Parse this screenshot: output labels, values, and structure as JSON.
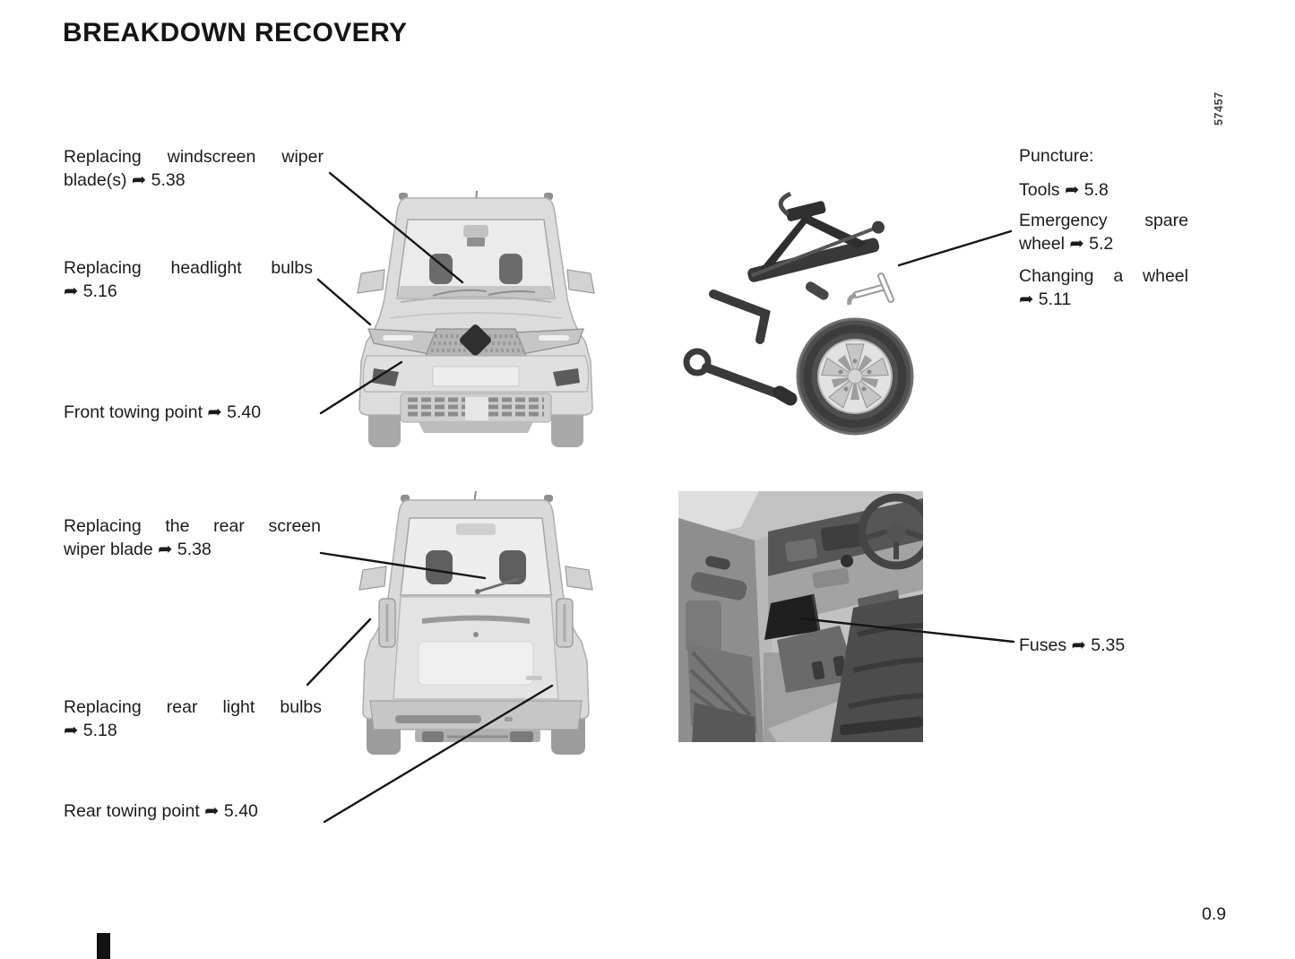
{
  "page": {
    "title": "BREAKDOWN RECOVERY",
    "page_number": "0.9",
    "image_reference": "57457"
  },
  "icons": {
    "reference_arrow": "➦"
  },
  "colors": {
    "text": "#1b1b1b",
    "leader_line": "#151515",
    "section_tab_marker": "#121212",
    "vehicle_light_gray": "#d9d9d9",
    "tool_dark_gray": "#3a3a3a"
  },
  "callouts": {
    "left": {
      "windscreen_wiper": {
        "line1": "Replacing windscreen wiper",
        "line2": "blade(s) ➦ 5.38"
      },
      "headlight_bulbs": {
        "line1": "Replacing headlight bulbs",
        "line2": "➦ 5.16"
      },
      "front_towing_point": {
        "text": "Front towing point ➦ 5.40"
      },
      "rear_screen_wiper": {
        "line1": "Replacing the rear screen",
        "line2": "wiper blade ➦ 5.38"
      },
      "rear_light_bulbs": {
        "line1": "Replacing rear light bulbs",
        "line2": "➦ 5.18"
      },
      "rear_towing_point": {
        "text": "Rear towing point ➦ 5.40"
      }
    },
    "right": {
      "puncture_heading": "Puncture:",
      "tools": "Tools ➦ 5.8",
      "emergency_spare_wheel": {
        "line1": "Emergency spare",
        "line2": "wheel ➦ 5.2"
      },
      "changing_a_wheel": {
        "line1": "Changing a wheel",
        "line2": "➦ 5.11"
      },
      "fuses": "Fuses ➦ 5.35"
    }
  },
  "figures": {
    "front_view": "front-view-of-vehicle",
    "tools_and_spare_wheel": "jack-tools-and-emergency-spare-wheel",
    "rear_view": "rear-view-of-vehicle",
    "interior": "interior-fuse-box-location"
  }
}
